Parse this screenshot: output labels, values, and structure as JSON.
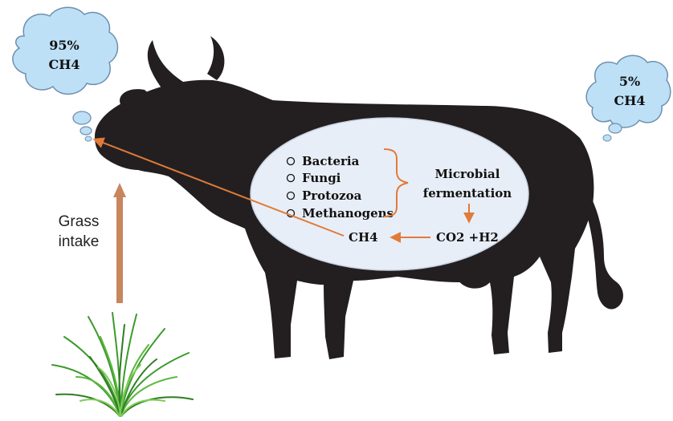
{
  "clouds": {
    "mouth": {
      "percent": "95%",
      "gas": "CH4"
    },
    "rear": {
      "percent": "5%",
      "gas": "CH4"
    }
  },
  "intake": {
    "line1": "Grass",
    "line2": "intake"
  },
  "microbes": {
    "items": [
      "Bacteria",
      "Fungi",
      "Protozoa",
      "Methanogens"
    ]
  },
  "process": {
    "fermentation_line1": "Microbial",
    "fermentation_line2": "fermentation",
    "products": "CO2 +H2",
    "methane": "CH4"
  },
  "colors": {
    "cow": "#231f20",
    "rumen_fill": "#e8eef7",
    "cloud_fill": "#bde0f7",
    "cloud_stroke": "#6f8fae",
    "arrow": "#e07b39",
    "intake_arrow": "#c8865e",
    "grass": "#3c9a2c"
  },
  "icons": {
    "cow": "cow-silhouette-icon",
    "grass": "grass-tuft-icon",
    "thought_cloud": "thought-cloud-icon"
  }
}
